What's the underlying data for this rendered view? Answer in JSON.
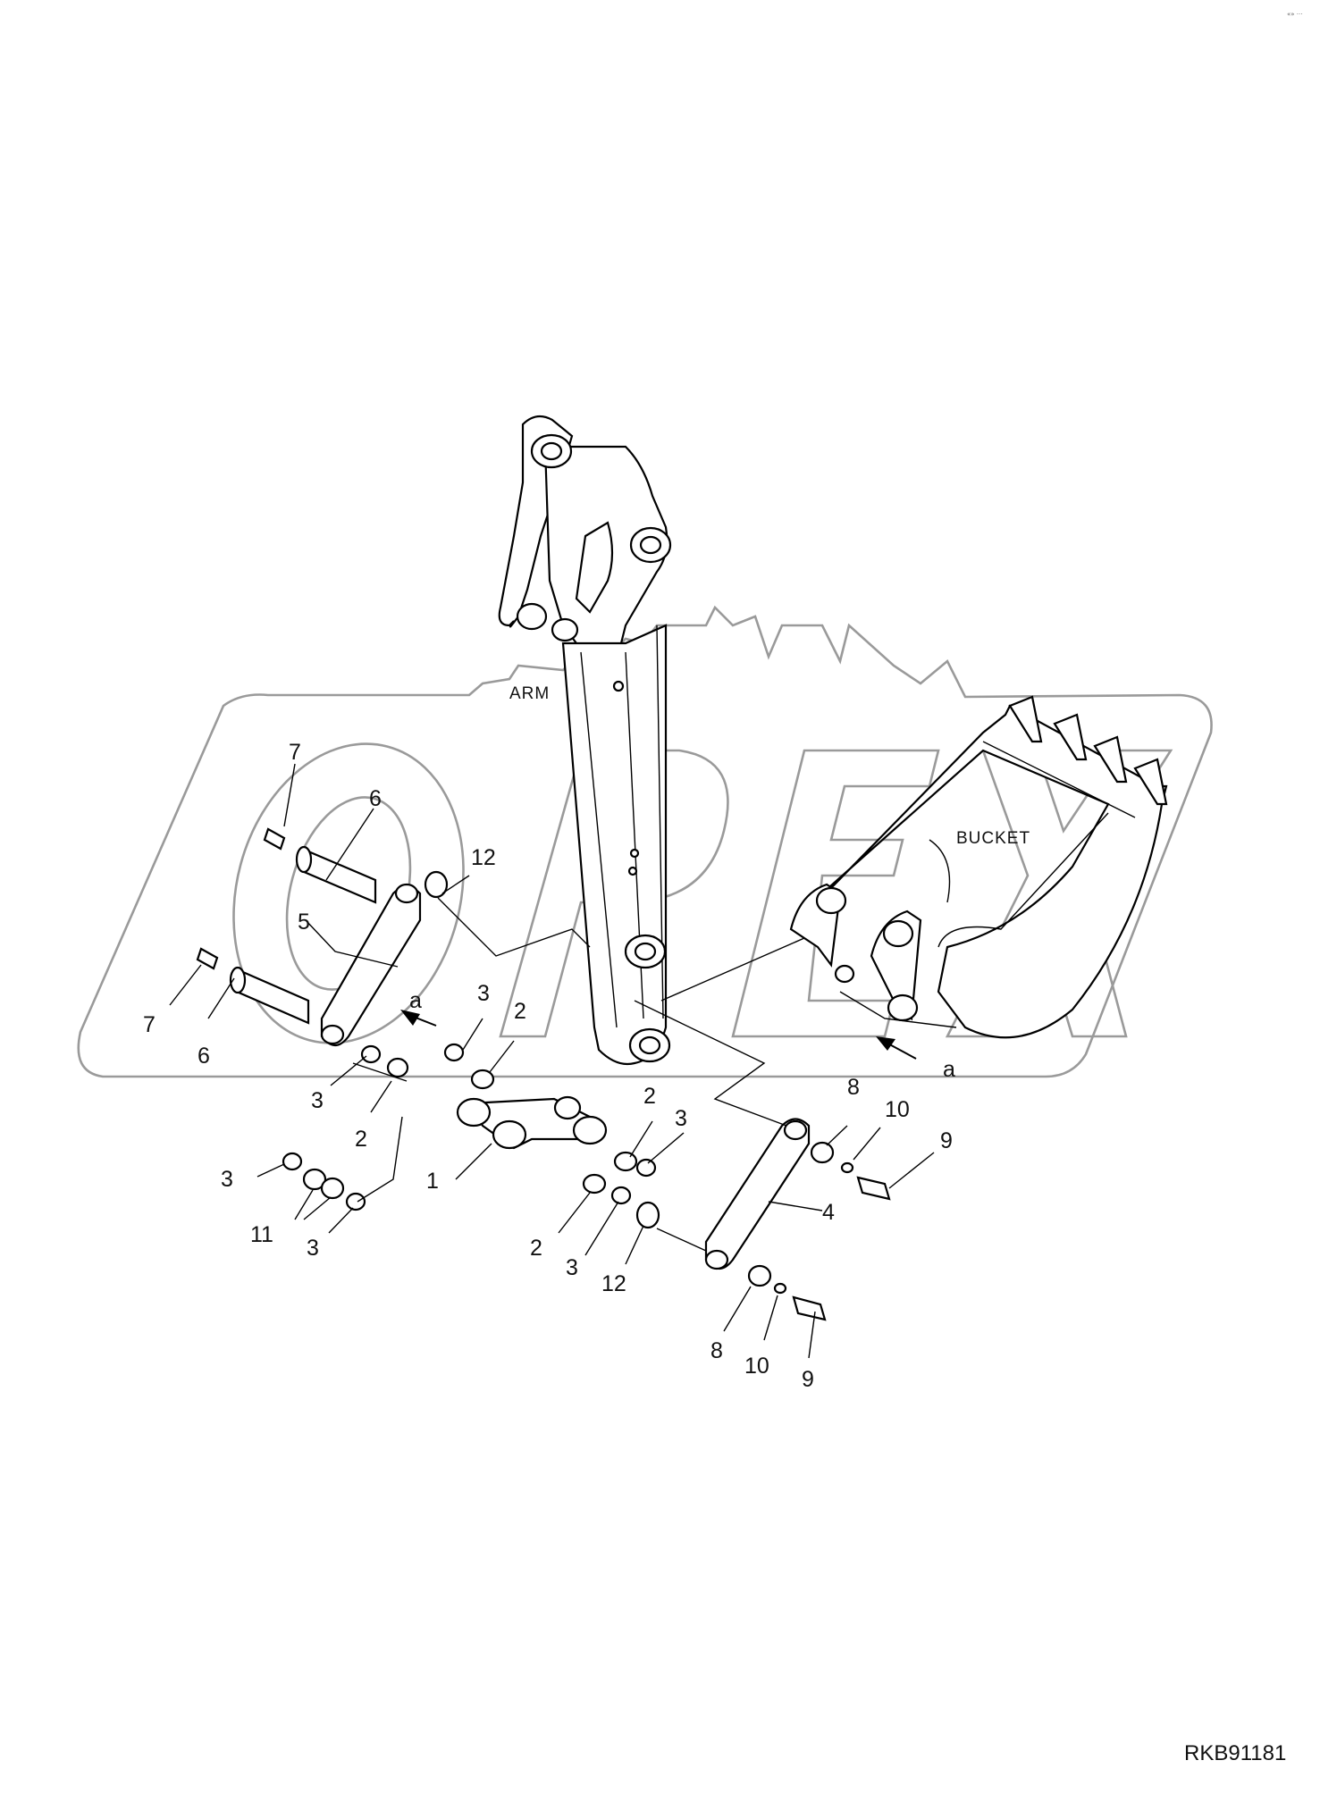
{
  "diagram": {
    "code": "RKB91181",
    "labels": {
      "arm": "ARM",
      "bucket": "BUCKET"
    },
    "watermark": "OPEX",
    "view_markers": [
      "a",
      "a"
    ],
    "callouts": [
      "7",
      "6",
      "5",
      "12",
      "3",
      "2",
      "a",
      "7",
      "6",
      "3",
      "2",
      "3",
      "11",
      "3",
      "1",
      "2",
      "3",
      "2",
      "3",
      "12",
      "4",
      "8",
      "10",
      "9",
      "8",
      "10",
      "9"
    ],
    "corner_mark": "«» ···"
  }
}
